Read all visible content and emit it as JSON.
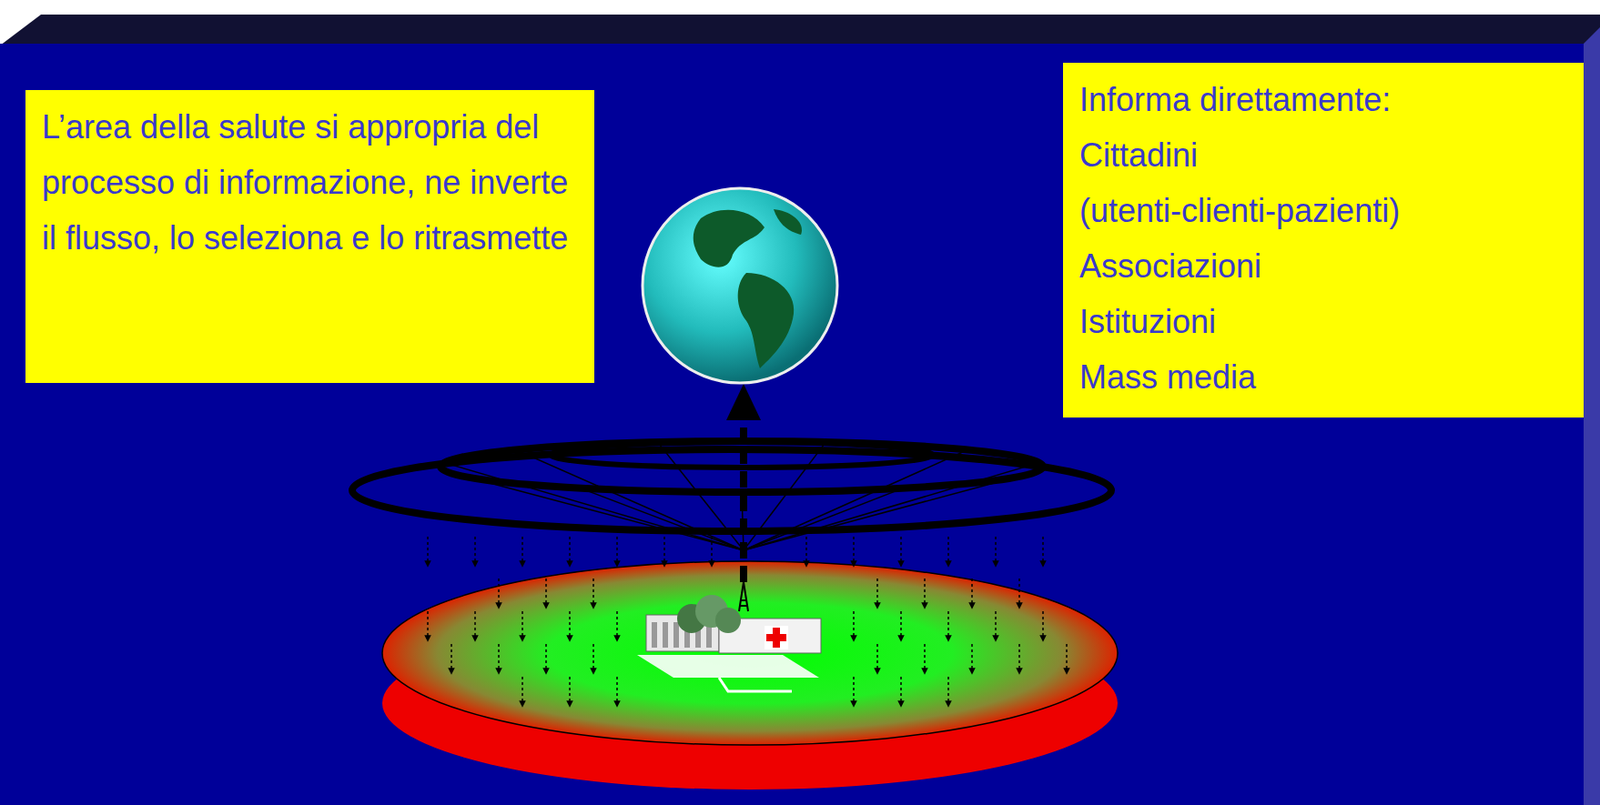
{
  "diagram": {
    "nodes": [
      {
        "text": [
          "L’area della salute si appropria del processo di informazione, ne inverte il flusso, lo seleziona e lo ritrasmette"
        ]
      },
      {
        "text": [
          "Informa direttamente:",
          "Cittadini",
          "(utenti-clienti-pazienti)",
          "Associazioni",
          "Istituzioni",
          "Mass media"
        ]
      }
    ]
  }
}
